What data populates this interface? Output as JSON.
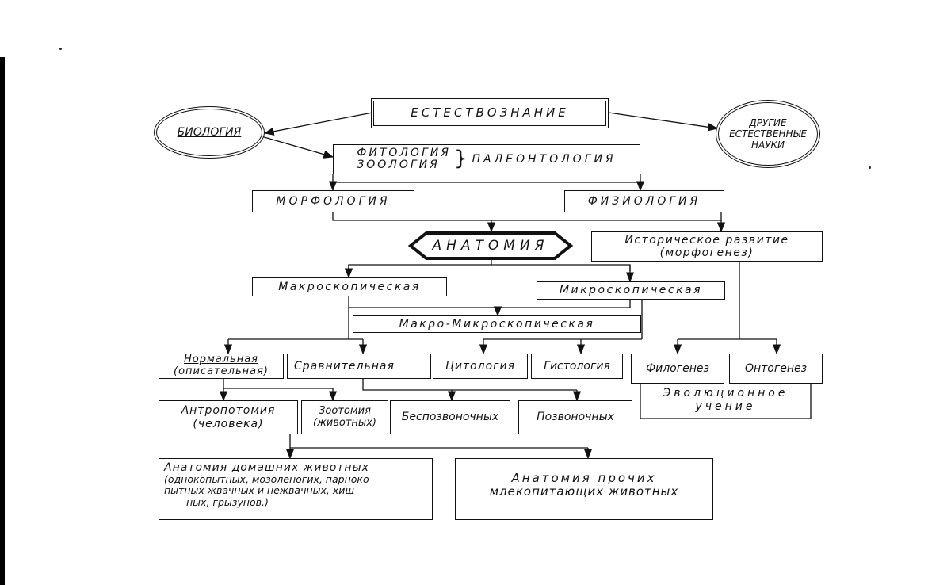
{
  "diagram": {
    "root": "ЕСТЕСТВОЗНАНИЕ",
    "biology": "БИОЛОГИЯ",
    "other_sciences": [
      "ДРУГИЕ",
      "ЕСТЕСТВЕННЫЕ",
      "НАУКИ"
    ],
    "phytology": "ФИТОЛОГИЯ",
    "zoology": "ЗООЛОГИЯ",
    "brace": "}",
    "paleontology": "ПАЛЕОНТОЛОГИЯ",
    "morphology": "МОРФОЛОГИЯ",
    "physiology": "ФИЗИОЛОГИЯ",
    "anatomy": "АНАТОМИЯ",
    "historical": [
      "Историческое развитие",
      "(морфогенез)"
    ],
    "macroscopic": "Макроскопическая",
    "microscopic": "Микроскопическая",
    "macro_micro": "Макро-Микроскопическая",
    "normal": [
      "Нормальная",
      "(описательная)"
    ],
    "comparative": "Сравнительная",
    "cytology": "Цитология",
    "histology": "Гистология",
    "phylogenesis": "Филогенез",
    "ontogenesis": "Онтогенез",
    "evolution": [
      "Эволюционное",
      "учение"
    ],
    "anthropotomy": [
      "Антропотомия",
      "(человека)"
    ],
    "zootomy": [
      "Зоотомия",
      "(животных)"
    ],
    "invertebrates": "Беспозвоночных",
    "vertebrates": "Позвоночных",
    "domestic": {
      "title": "Анатомия домашних животных",
      "lines": [
        "(однокопытных, мозоленогих, парноко-",
        "пытных жвачных и нежвачных, хищ-",
        "ных, грызунов.)"
      ]
    },
    "other_mammals": [
      "Анатомия прочих",
      "млекопитающих животных"
    ]
  }
}
